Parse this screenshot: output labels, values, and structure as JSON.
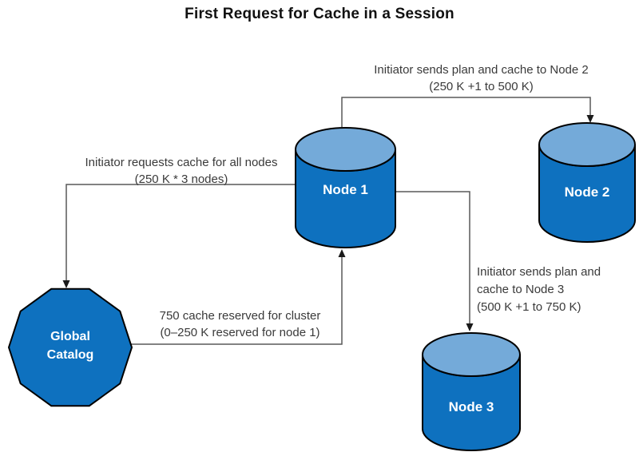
{
  "title": "First Request for Cache in a Session",
  "colors": {
    "canvas_bg": "#ffffff",
    "node_body": "#0e71bf",
    "node_top": "#74aad9",
    "outline": "#000000",
    "connector": "#595959",
    "arrowhead": "#1a1a1a",
    "title_text": "#111111",
    "label_text": "#3a3a3a",
    "node_label_text": "#ffffff"
  },
  "nodes": [
    {
      "label": "Node 1"
    },
    {
      "label": "Node 2"
    },
    {
      "label": "Node 3"
    }
  ],
  "catalog": {
    "label": "Global\nCatalog"
  },
  "annotations": {
    "to_node2": "Initiator sends plan and cache to Node 2\n(250 K +1 to 500 K)",
    "request_cache": "Initiator requests cache for all nodes\n(250 K * 3 nodes)",
    "reserved": "750 cache reserved for cluster\n(0–250 K reserved for node 1)",
    "to_node3": "Initiator sends plan and\ncache to Node 3\n(500 K +1 to 750 K)"
  }
}
